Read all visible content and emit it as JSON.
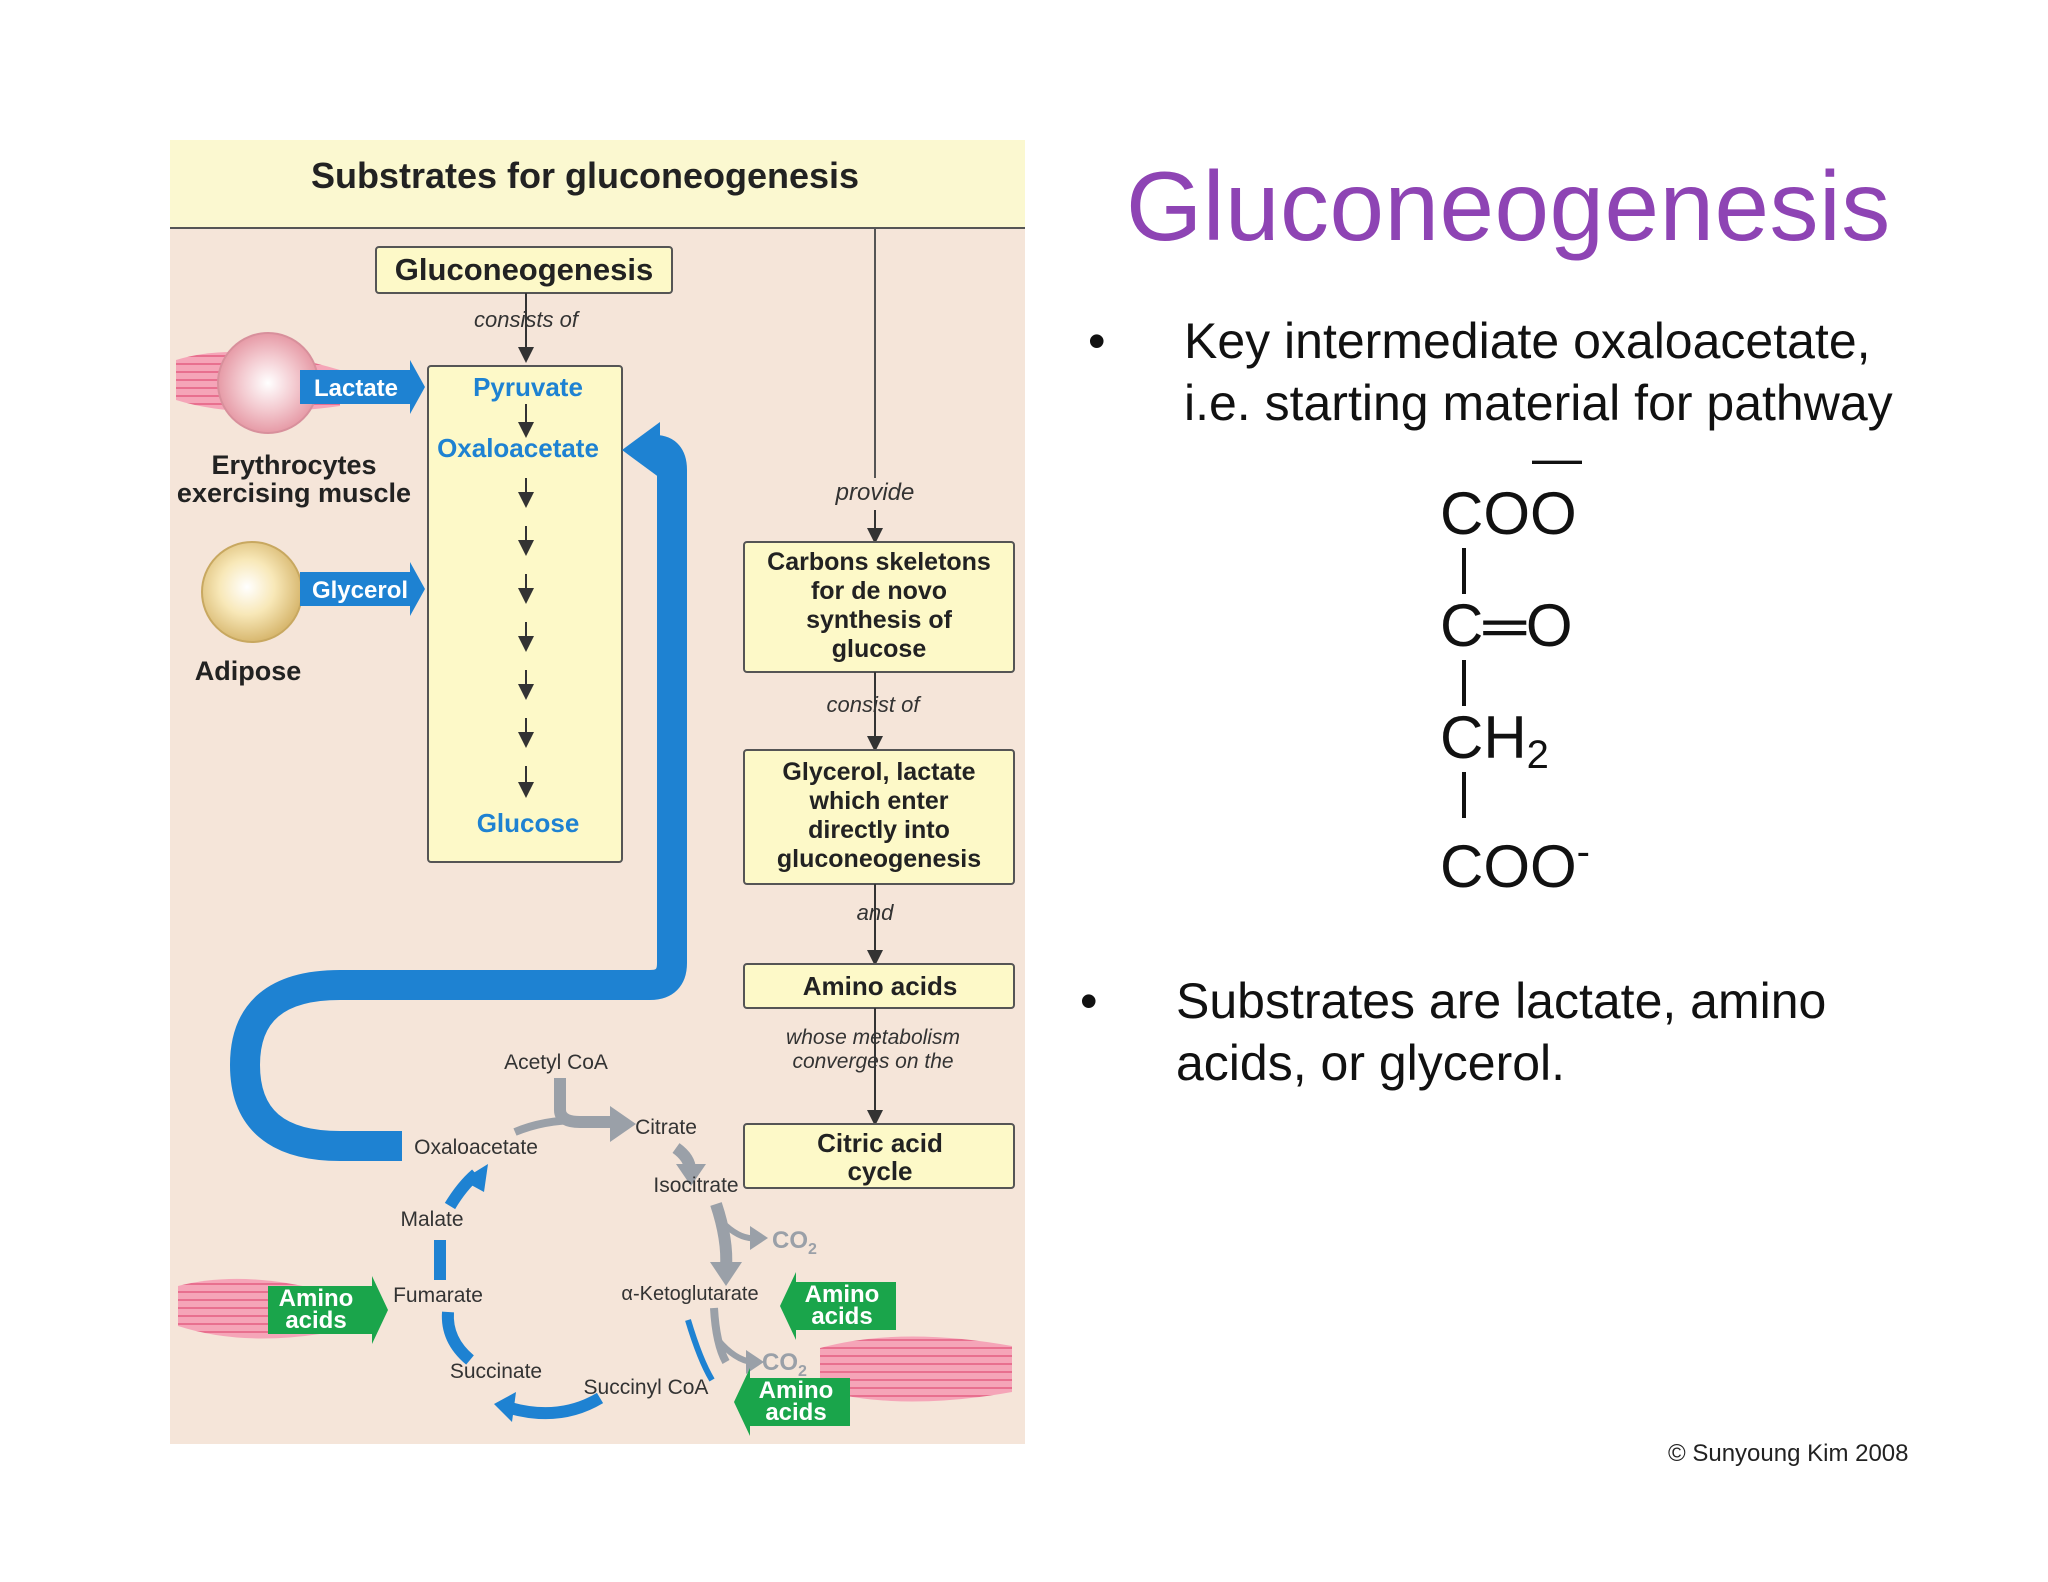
{
  "slide": {
    "title": "Gluconeogenesis",
    "bullets": [
      {
        "lines": [
          "Key intermediate oxaloacetate,",
          "i.e. starting material for pathway"
        ]
      },
      {
        "lines": [
          "Substrates are lactate, amino",
          "acids, or glycerol."
        ]
      }
    ],
    "bullet_char": "•",
    "structure": {
      "row1": "COO",
      "row1_bar": "—",
      "row2_left": "C",
      "row2_bond": "═",
      "row2_right": "O",
      "row3": "CH",
      "row3_sub": "2",
      "row4": "COO",
      "row4_sup": "-"
    },
    "copyright": "© Sunyoung Kim 2008"
  },
  "figure": {
    "header": "Substrates for gluconeogenesis",
    "gluco_box": "Gluconeogenesis",
    "consists_of": "consists of",
    "pathway": {
      "pyruvate": "Pyruvate",
      "oxaloacetate": "Oxaloacetate",
      "glucose": "Glucose"
    },
    "lactate_label": "Lactate",
    "glycerol_label": "Glycerol",
    "erythro_line1": "Erythrocytes",
    "erythro_line2": "exercising muscle",
    "adipose": "Adipose",
    "provide": "provide",
    "carbon_box": [
      "Carbons skeletons",
      "for de novo",
      "synthesis of",
      "glucose"
    ],
    "consist_of": "consist of",
    "glycerol_box": [
      "Glycerol, lactate",
      "which enter",
      "directly into",
      "gluconeogenesis"
    ],
    "and": "and",
    "amino_box": "Amino acids",
    "whose": [
      "whose metabolism",
      "converges on the"
    ],
    "citric_box": [
      "Citric acid",
      "cycle"
    ],
    "cycle": {
      "acetyl": "Acetyl CoA",
      "oxaloacetate": "Oxaloacetate",
      "citrate": "Citrate",
      "isocitrate": "Isocitrate",
      "co2": "CO",
      "co2_sub": "2",
      "akg": "α-Ketoglutarate",
      "succinyl": "Succinyl CoA",
      "succinate": "Succinate",
      "fumarate": "Fumarate",
      "malate": "Malate",
      "amino_line1": "Amino",
      "amino_line2": "acids"
    },
    "colors": {
      "panel": "#f5e5d9",
      "header": "#fbf8d0",
      "box": "#fdf9c8",
      "blue": "#1e82d2",
      "green": "#1aa54b",
      "gray": "#9aa0a8",
      "purple": "#8e44b4"
    }
  }
}
